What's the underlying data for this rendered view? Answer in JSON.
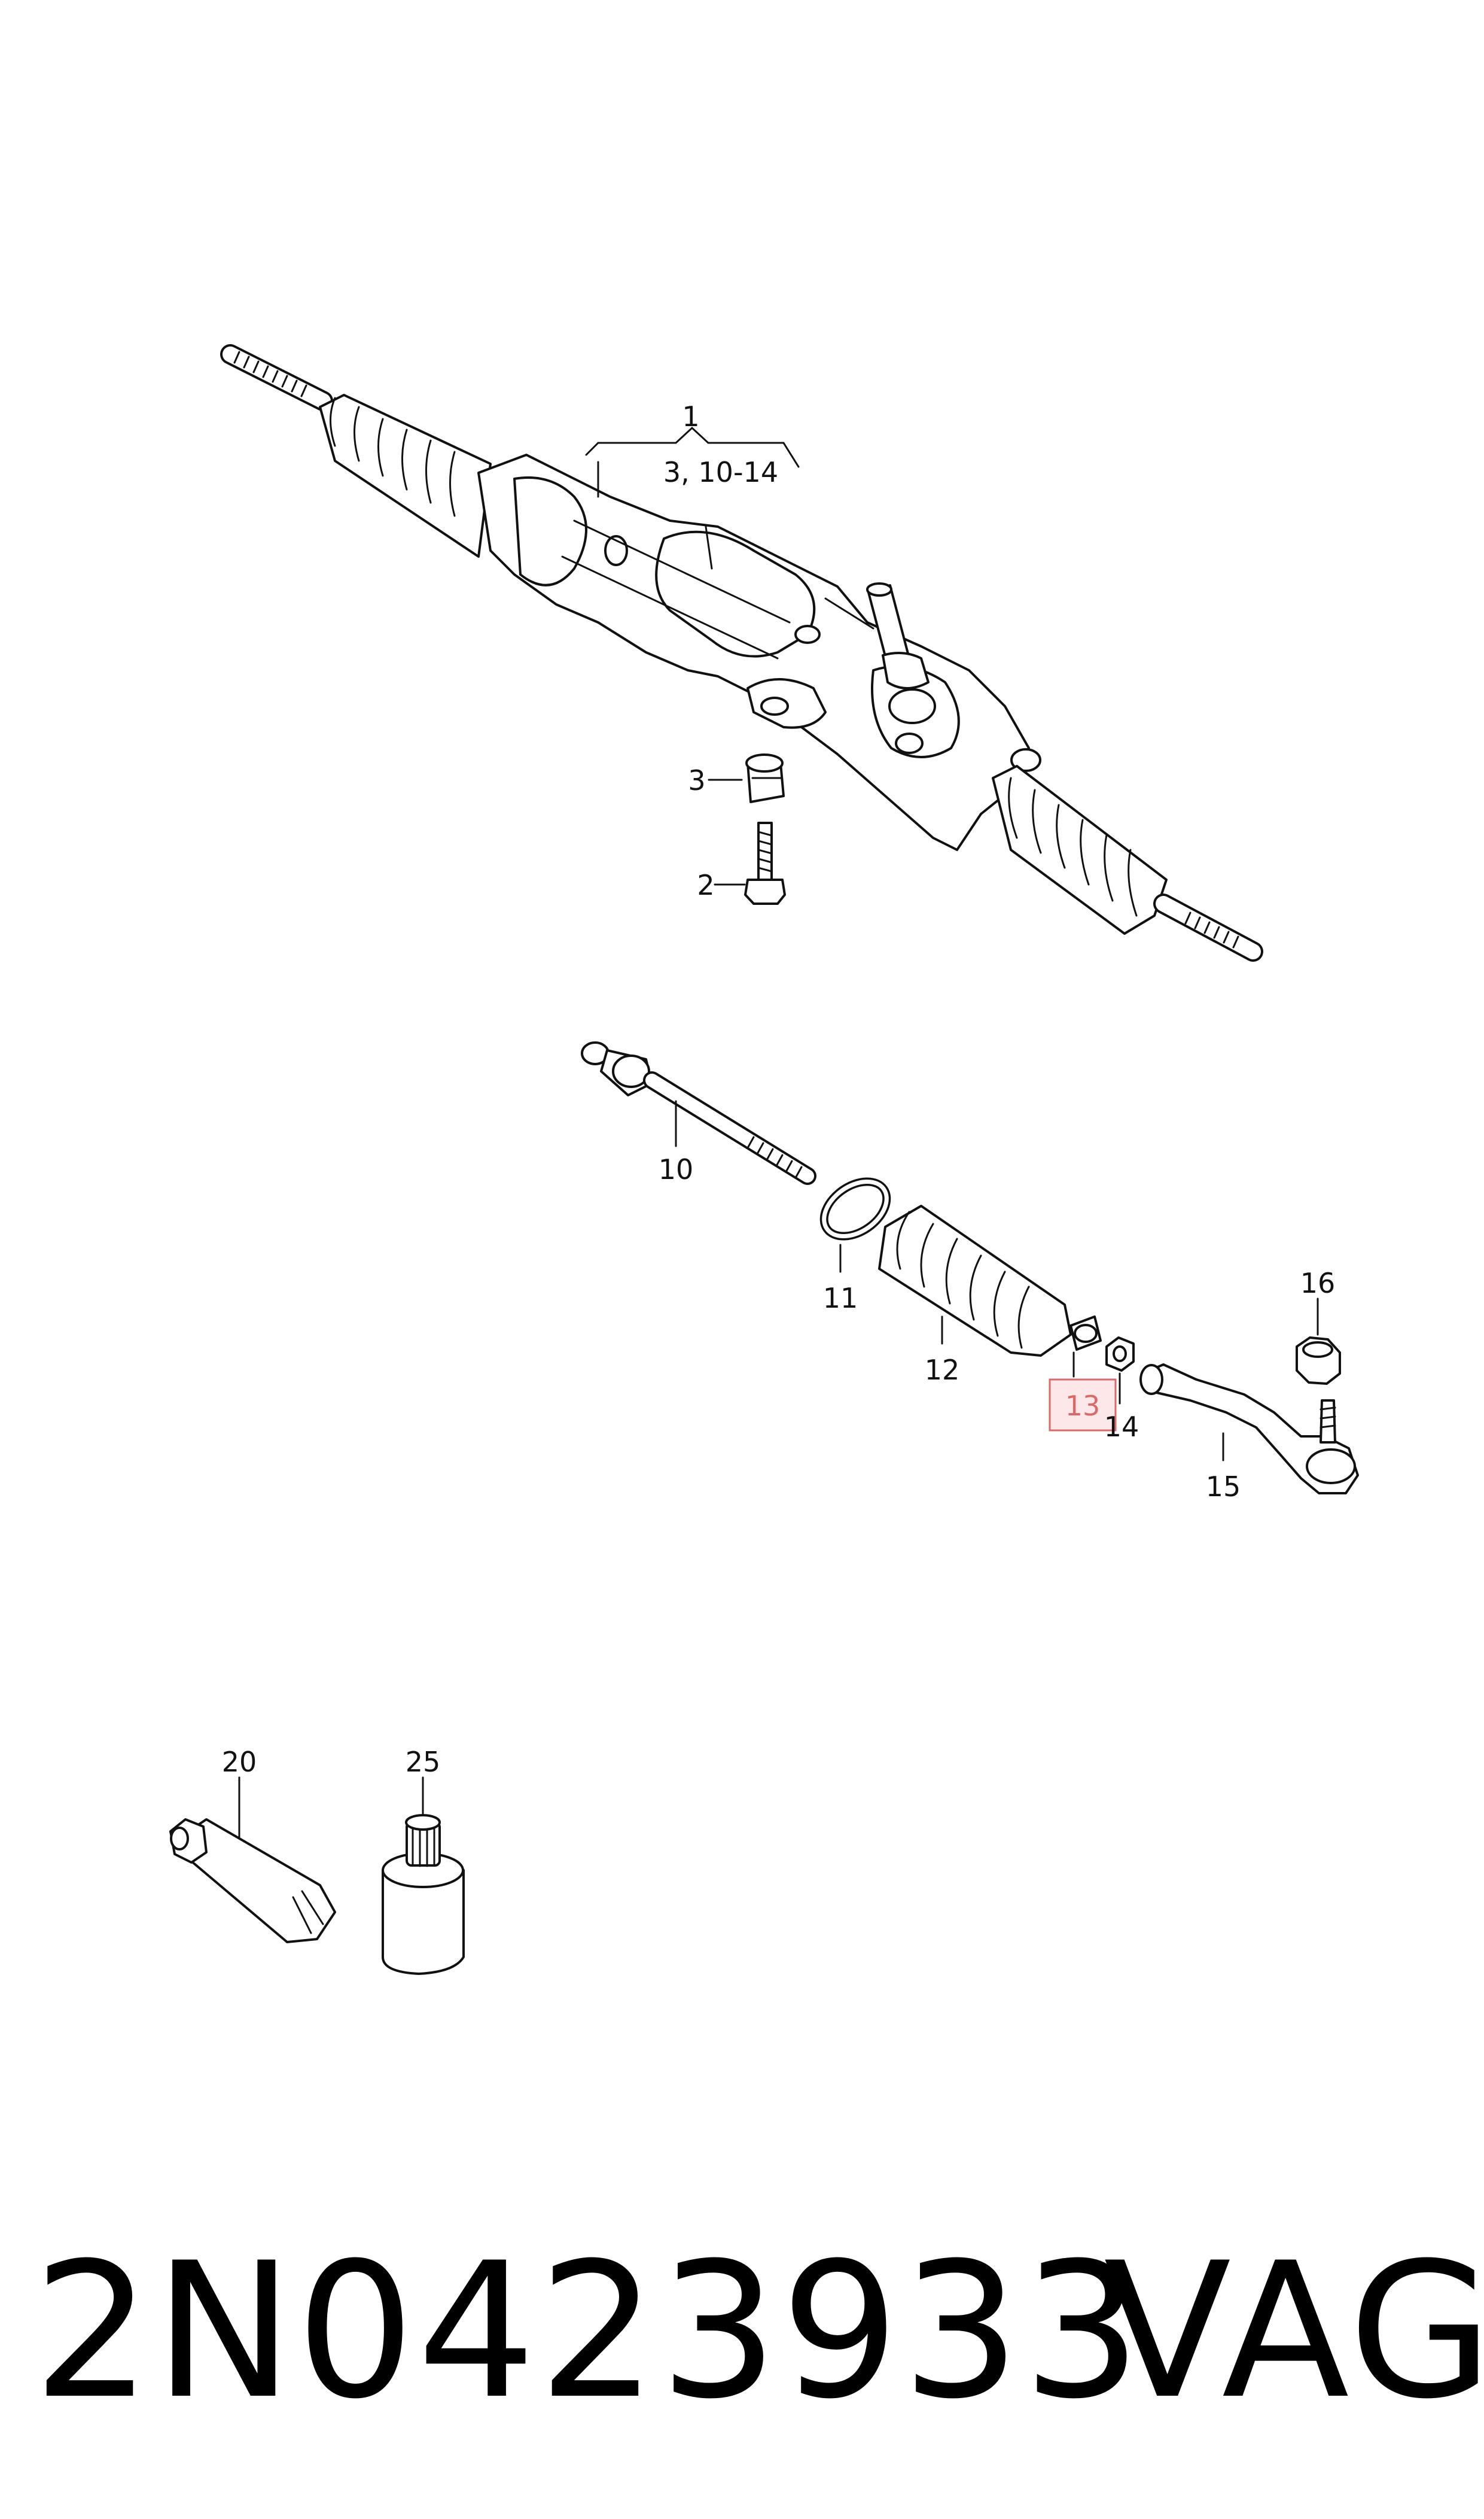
{
  "callouts": {
    "c1": "1",
    "c1_range": "3, 10-14",
    "c2": "2",
    "c3": "3",
    "c10": "10",
    "c11": "11",
    "c12": "12",
    "c13": "13",
    "c14": "14",
    "c15": "15",
    "c16": "16",
    "c20": "20",
    "c25": "25"
  },
  "highlight_color": "#d96a6a",
  "footer": {
    "part_number": "2N0423933",
    "brand": "VAG"
  }
}
